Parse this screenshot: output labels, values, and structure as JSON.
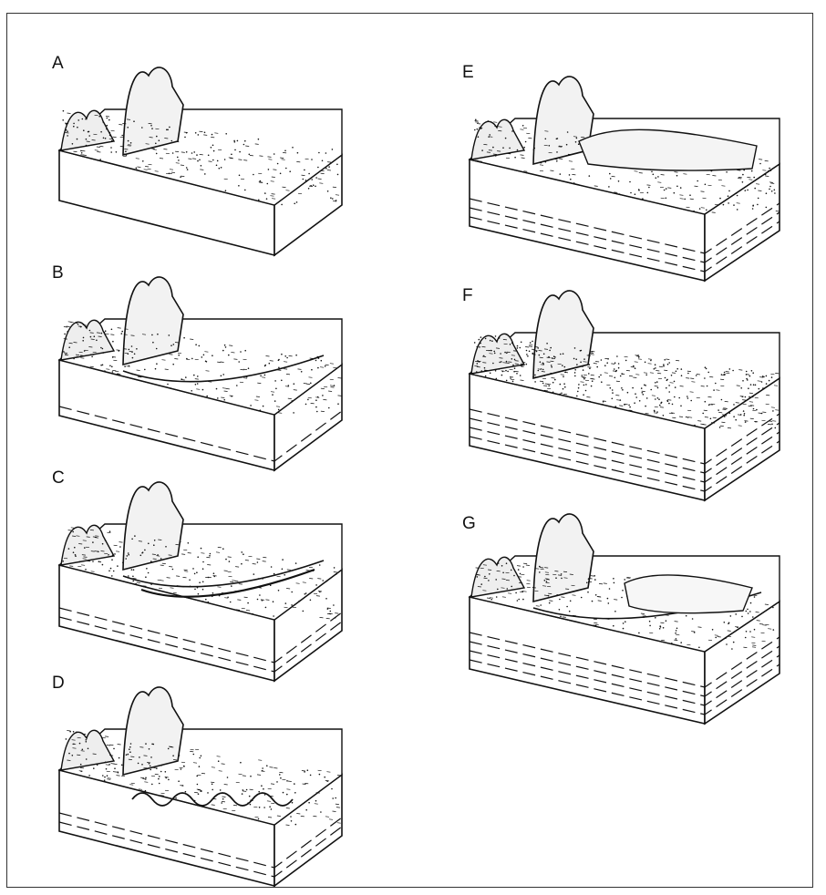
{
  "figure": {
    "panels": [
      {
        "label": "A",
        "strata_lines": 0,
        "surface": "plain"
      },
      {
        "label": "B",
        "strata_lines": 1,
        "surface": "valley"
      },
      {
        "label": "C",
        "strata_lines": 2,
        "surface": "channel"
      },
      {
        "label": "D",
        "strata_lines": 2,
        "surface": "meander"
      },
      {
        "label": "E",
        "strata_lines": 3,
        "surface": "dissected"
      },
      {
        "label": "F",
        "strata_lines": 4,
        "surface": "fill"
      },
      {
        "label": "G",
        "strata_lines": 4,
        "surface": "terrace"
      }
    ],
    "colors": {
      "ink": "#111111",
      "paper": "#ffffff"
    }
  }
}
